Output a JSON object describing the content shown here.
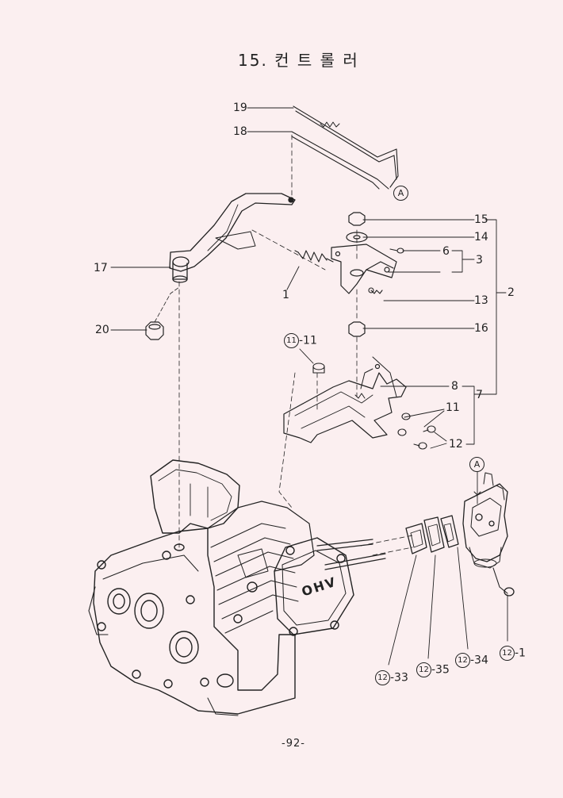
{
  "title": "15. 컨 트 롤 러",
  "page_number": "-92-",
  "refs": {
    "r19": "19",
    "r18": "18",
    "rA_top": "A",
    "r15": "15",
    "r14": "14",
    "r6": "6",
    "r3": "3",
    "r2": "2",
    "r17": "17",
    "r1": "1",
    "r13": "13",
    "r20": "20",
    "r16": "16",
    "r11_11_circle": "11",
    "r11_11_suffix": "-11",
    "r8": "8",
    "r7": "7",
    "r11": "11",
    "r12": "12",
    "rA_carb": "A",
    "r12_33_circle": "12",
    "r12_33_suffix": "-33",
    "r12_35_circle": "12",
    "r12_35_suffix": "-35",
    "r12_34_circle": "12",
    "r12_34_suffix": "-34",
    "r12_1_circle": "12",
    "r12_1_suffix": "-1"
  },
  "engine_label": "OHV"
}
